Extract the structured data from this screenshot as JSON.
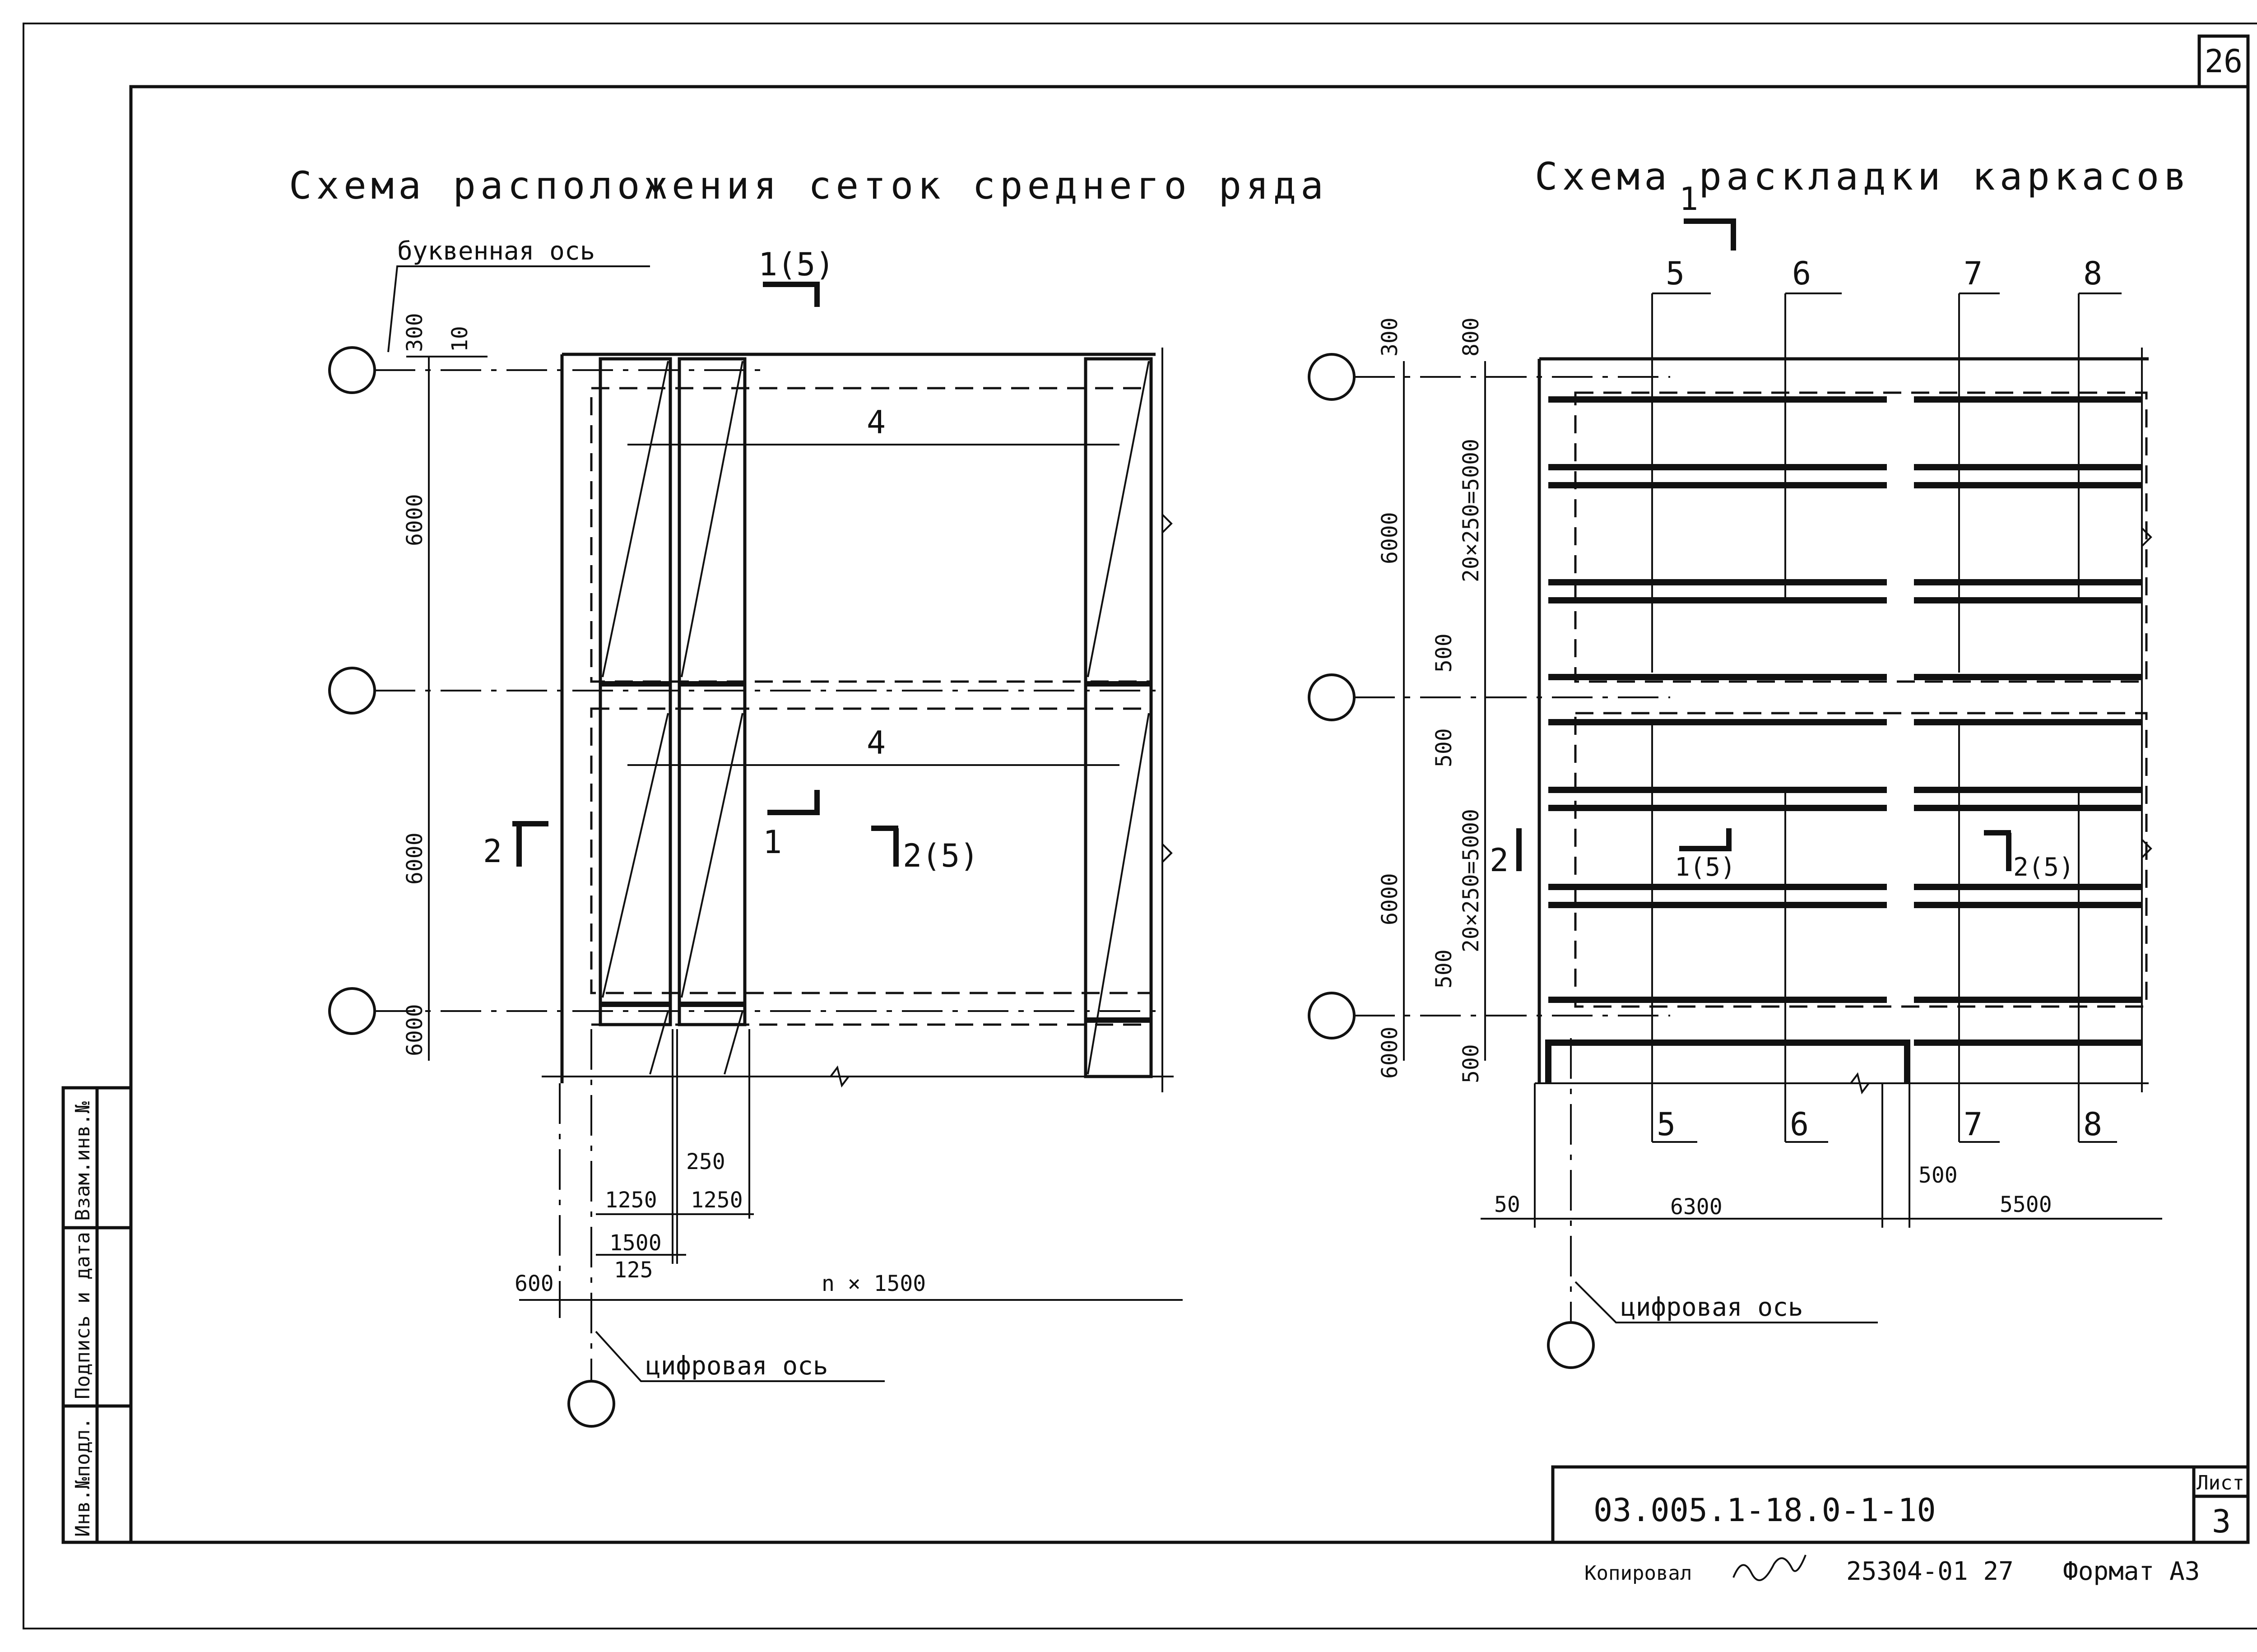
{
  "sheet_number_top": "26",
  "left_title": "Схема расположения сеток среднего ряда",
  "right_title": "Схема раскладки каркасов",
  "left": {
    "letter_axis": "буквенная ось",
    "digit_axis": "цифровая ось",
    "section_1_5": "1(5)",
    "section_1": "1",
    "section_2": "2",
    "section_2_5": "2(5)",
    "mark_4": "4",
    "dims": {
      "d300": "300",
      "d10": "10",
      "d6000a": "6000",
      "d6000b": "6000",
      "d6000c": "6000",
      "d250": "250",
      "d1250a": "1250",
      "d1250b": "1250",
      "d1500": "1500",
      "d125": "125",
      "d600": "600",
      "dn1500": "n × 1500"
    }
  },
  "right": {
    "digit_axis": "цифровая ось",
    "section_1": "1",
    "section_1_5": "1(5)",
    "section_2": "2",
    "section_2_5": "2(5)",
    "top_marks": [
      "5",
      "6",
      "7",
      "8"
    ],
    "bottom_marks": [
      "5",
      "6",
      "7",
      "8"
    ],
    "dims": {
      "d300": "300",
      "d800": "800",
      "d20x250a": "20×250=5000",
      "d6000a": "6000",
      "d500a": "500",
      "d500b": "500",
      "d20x250b": "20×250=5000",
      "d6000b": "6000",
      "d500c": "500",
      "d6000c": "6000",
      "d500d": "500",
      "d50": "50",
      "d6300": "6300",
      "d500e": "500",
      "d5500": "5500"
    }
  },
  "side_stamp": [
    "Инв.№подл.",
    "Подпись и дата",
    "Взам.инв.№"
  ],
  "title_block": {
    "code": "03.005.1-18.0-1-10",
    "sheet_label": "Лист",
    "sheet_value": "3"
  },
  "footer": {
    "copied": "Копировал",
    "number": "25304-01 27",
    "format": "Формат А3"
  }
}
